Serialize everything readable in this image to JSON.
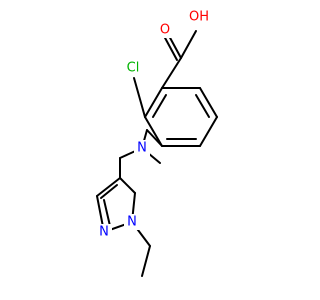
{
  "molecule": {
    "atoms": {
      "o_hydroxyl": {
        "text": "OH",
        "color": "#ff0000"
      },
      "o_carbonyl": {
        "text": "O",
        "color": "#ff0000"
      },
      "cl": {
        "text": "Cl",
        "color": "#00b300"
      },
      "n_amine": {
        "text": "N",
        "color": "#0000ff"
      },
      "n_pyrazole_1": {
        "text": "N",
        "color": "#0000ff"
      },
      "n_pyrazole_2": {
        "text": "N",
        "color": "#0000ff"
      }
    },
    "bond_color": "#000000"
  }
}
